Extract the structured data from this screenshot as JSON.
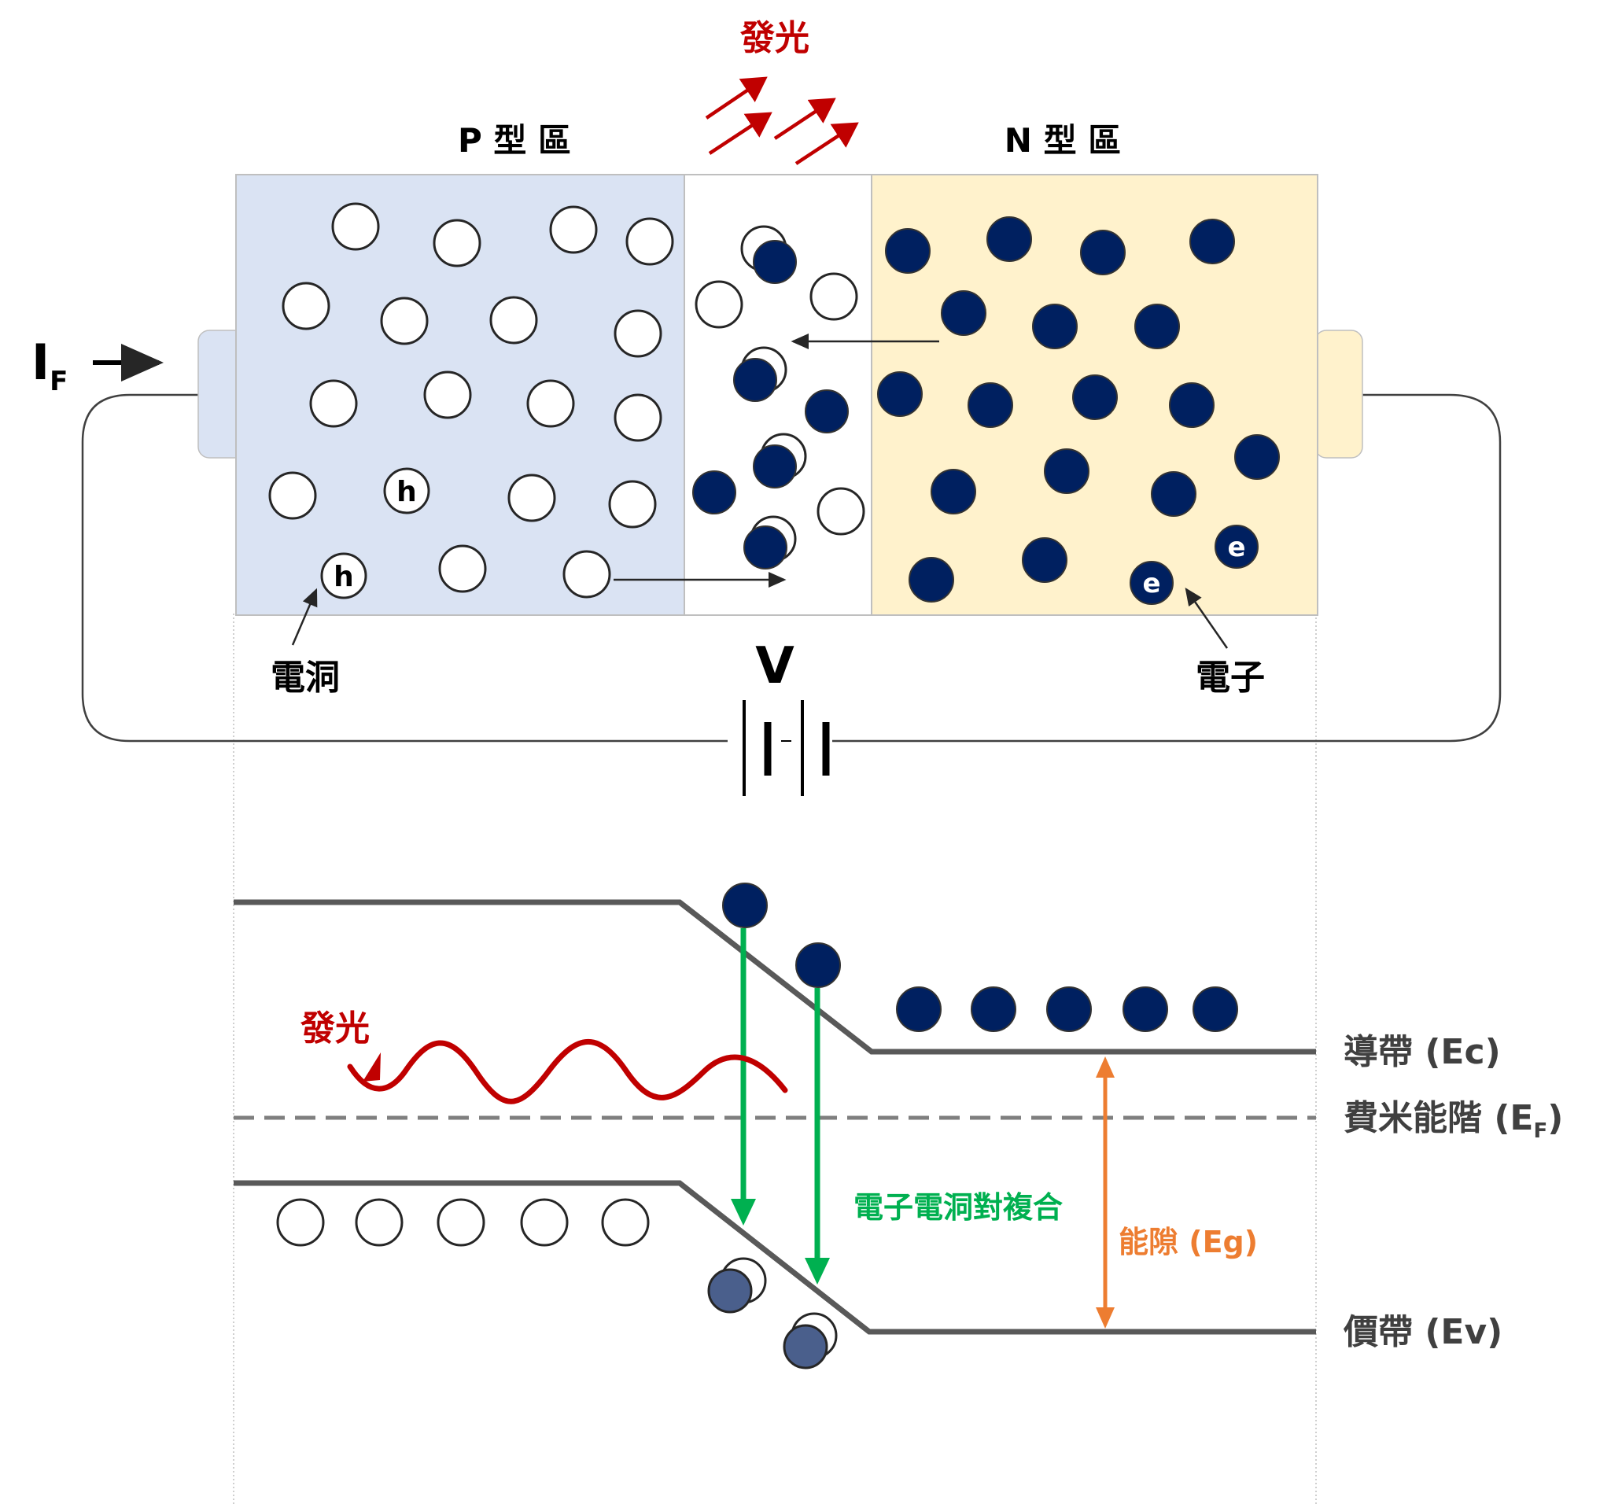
{
  "colors": {
    "p_region_fill": "#dae3f3",
    "n_region_fill": "#fff2cc",
    "junction_fill": "#ffffff",
    "region_border": "#bfbfbf",
    "electron": "#002060",
    "hole_fill": "#ffffff",
    "hole_stroke": "#262626",
    "light": "#c00000",
    "recombination": "#00b050",
    "bandgap": "#ed7d31",
    "band_line": "#595959",
    "fermi_line": "#7f7f7f",
    "wire": "#404040",
    "label": "#000000",
    "band_label": "#404040",
    "recombined_fill": "#4a5f8c"
  },
  "device": {
    "light_label_top": "發光",
    "p_region_label": "P 型 區",
    "n_region_label": "N 型 區",
    "hole_symbol": "h",
    "electron_symbol": "e",
    "hole_label": "電洞",
    "electron_label": "電子",
    "current_label": "I",
    "current_subscript": "F",
    "voltage_label": "V"
  },
  "band_diagram": {
    "light_label": "發光",
    "recombination_label": "電子電洞對複合",
    "bandgap_label_text": "能隙 ",
    "bandgap_label_symbol": "(Eg)",
    "conduction_band_label": "導帶 (Ec)",
    "fermi_level_label": "費米能階 (E",
    "fermi_level_subscript": "F",
    "fermi_level_close": ")",
    "valence_band_label": "價帶 (Ev)"
  }
}
